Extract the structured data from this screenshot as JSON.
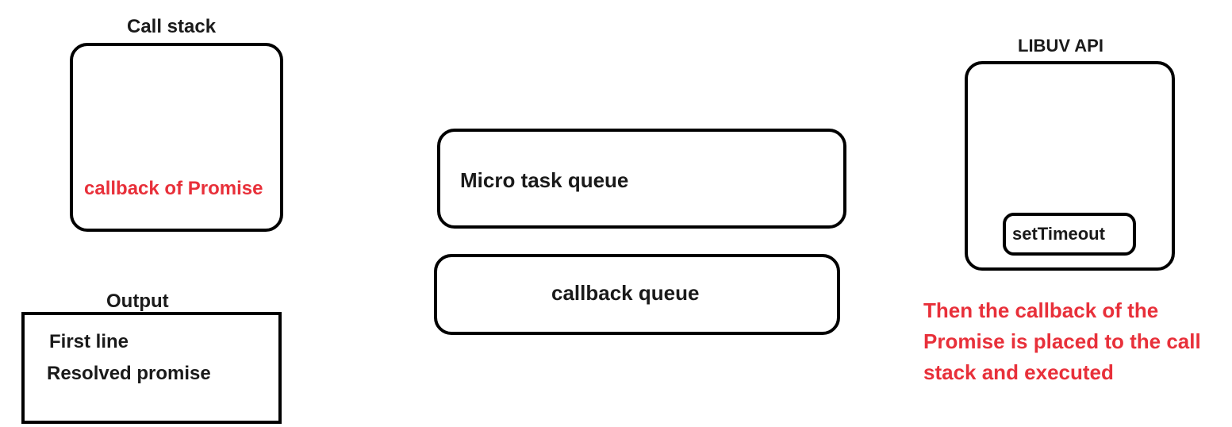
{
  "call_stack": {
    "title": "Call stack",
    "item": "callback of Promise"
  },
  "output": {
    "title": "Output",
    "lines": [
      "First line",
      "Resolved promise"
    ]
  },
  "micro_task_queue": {
    "label": "Micro task queue"
  },
  "callback_queue": {
    "label": "callback queue"
  },
  "libuv": {
    "title": "LIBUV API",
    "item": "setTimeout"
  },
  "note": {
    "lines": [
      "Then the callback of the",
      "Promise is placed to the call",
      "stack and executed"
    ]
  },
  "colors": {
    "highlight": "#e8303a",
    "text": "#1a1a1a",
    "border": "#000000"
  }
}
